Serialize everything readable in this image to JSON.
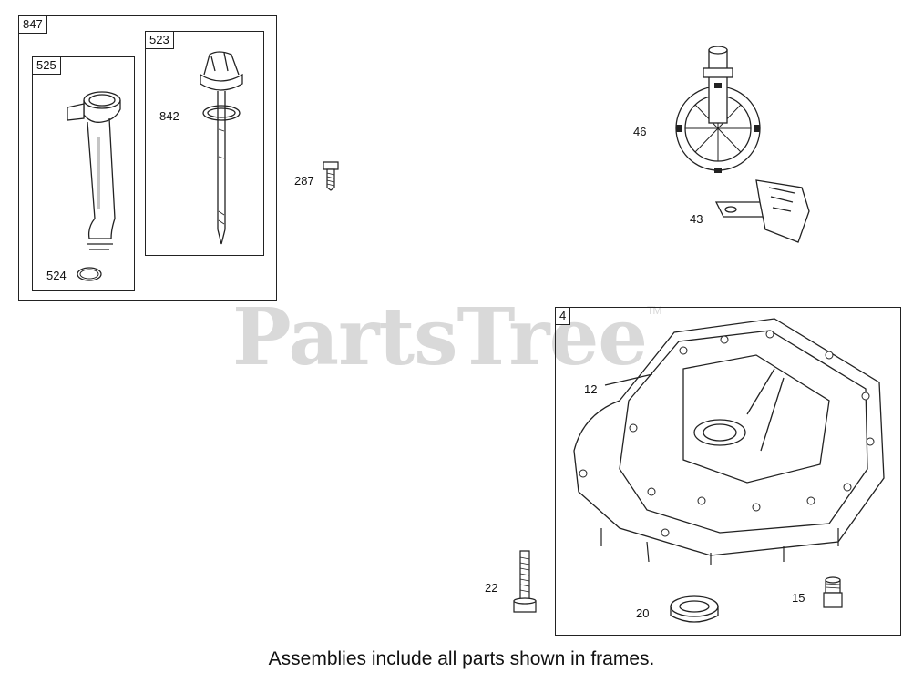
{
  "watermark": {
    "text": "PartsTree",
    "tm": "TM"
  },
  "frames": {
    "f847": "847",
    "f525": "525",
    "f523": "523",
    "f4": "4"
  },
  "callouts": {
    "c842": "842",
    "c524": "524",
    "c287": "287",
    "c46": "46",
    "c43": "43",
    "c12": "12",
    "c22": "22",
    "c20": "20",
    "c15": "15"
  },
  "footer": "Assemblies include all parts shown in frames."
}
